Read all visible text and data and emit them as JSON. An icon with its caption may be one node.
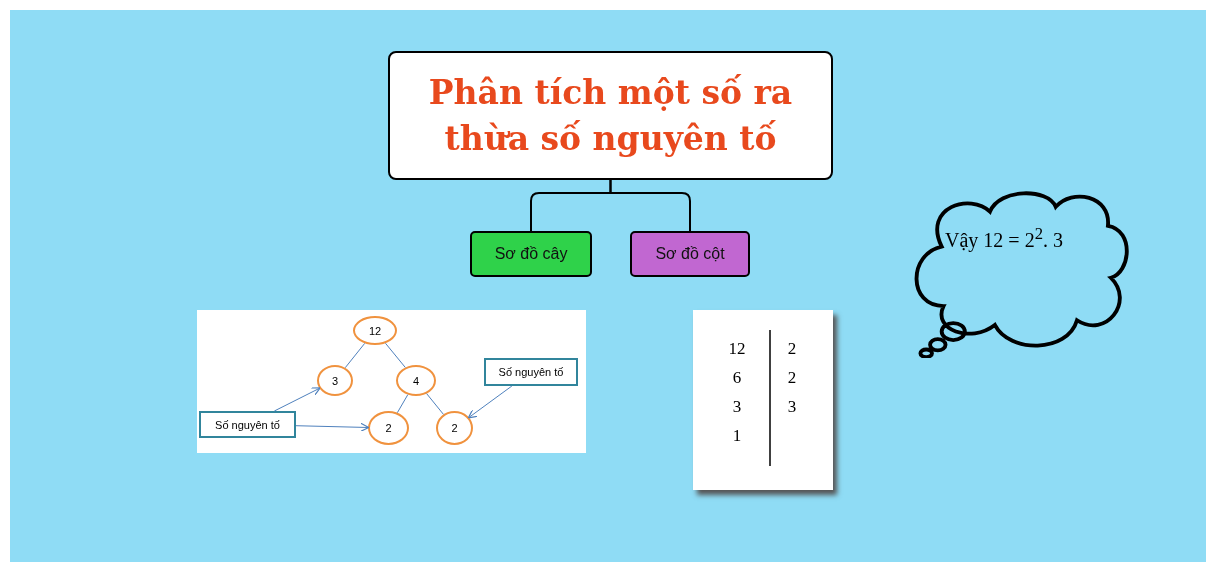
{
  "diagram": {
    "nodes": [
      {
        "text": [
          "Phân tích một số ra thừa số nguyên tố"
        ]
      },
      {
        "text": [
          "Sơ đồ cây"
        ]
      },
      {
        "text": [
          "Sơ đồ cột"
        ]
      },
      {
        "text": [],
        "shape": "box"
      },
      {
        "text": [
          "12"
        ],
        "in": 3
      },
      {
        "text": [
          "3"
        ],
        "in": 3
      },
      {
        "text": [
          "4"
        ],
        "in": 3
      },
      {
        "text": [
          "2"
        ],
        "in": 3
      },
      {
        "text": [
          "2"
        ],
        "in": 3
      },
      {
        "text": [
          "Số nguyên tố"
        ],
        "in": 3
      },
      {
        "text": [
          "Số nguyên tố"
        ],
        "in": 3
      },
      {
        "text": [],
        "shape": "box"
      },
      {
        "text": [
          "Vậy 12 = 2$^{2}$. 3"
        ]
      }
    ],
    "edges": [
      {
        "from": 0,
        "to": 1,
        "arrow": "none",
        "color": "#000000"
      },
      {
        "from": 0,
        "to": 2,
        "arrow": "none",
        "color": "#000000"
      },
      {
        "from": 4,
        "to": 5,
        "arrow": "none"
      },
      {
        "from": 4,
        "to": 6,
        "arrow": "none"
      },
      {
        "from": 6,
        "to": 7,
        "arrow": "none"
      },
      {
        "from": 6,
        "to": 8,
        "arrow": "none"
      },
      {
        "from": 9,
        "to": 5,
        "arrow": "to"
      },
      {
        "from": 9,
        "to": 7,
        "arrow": "to"
      },
      {
        "from": 10,
        "to": 8,
        "arrow": "to"
      }
    ],
    "labels": [
      "12",
      "2",
      "6",
      "2",
      "3",
      "3",
      "1"
    ]
  }
}
